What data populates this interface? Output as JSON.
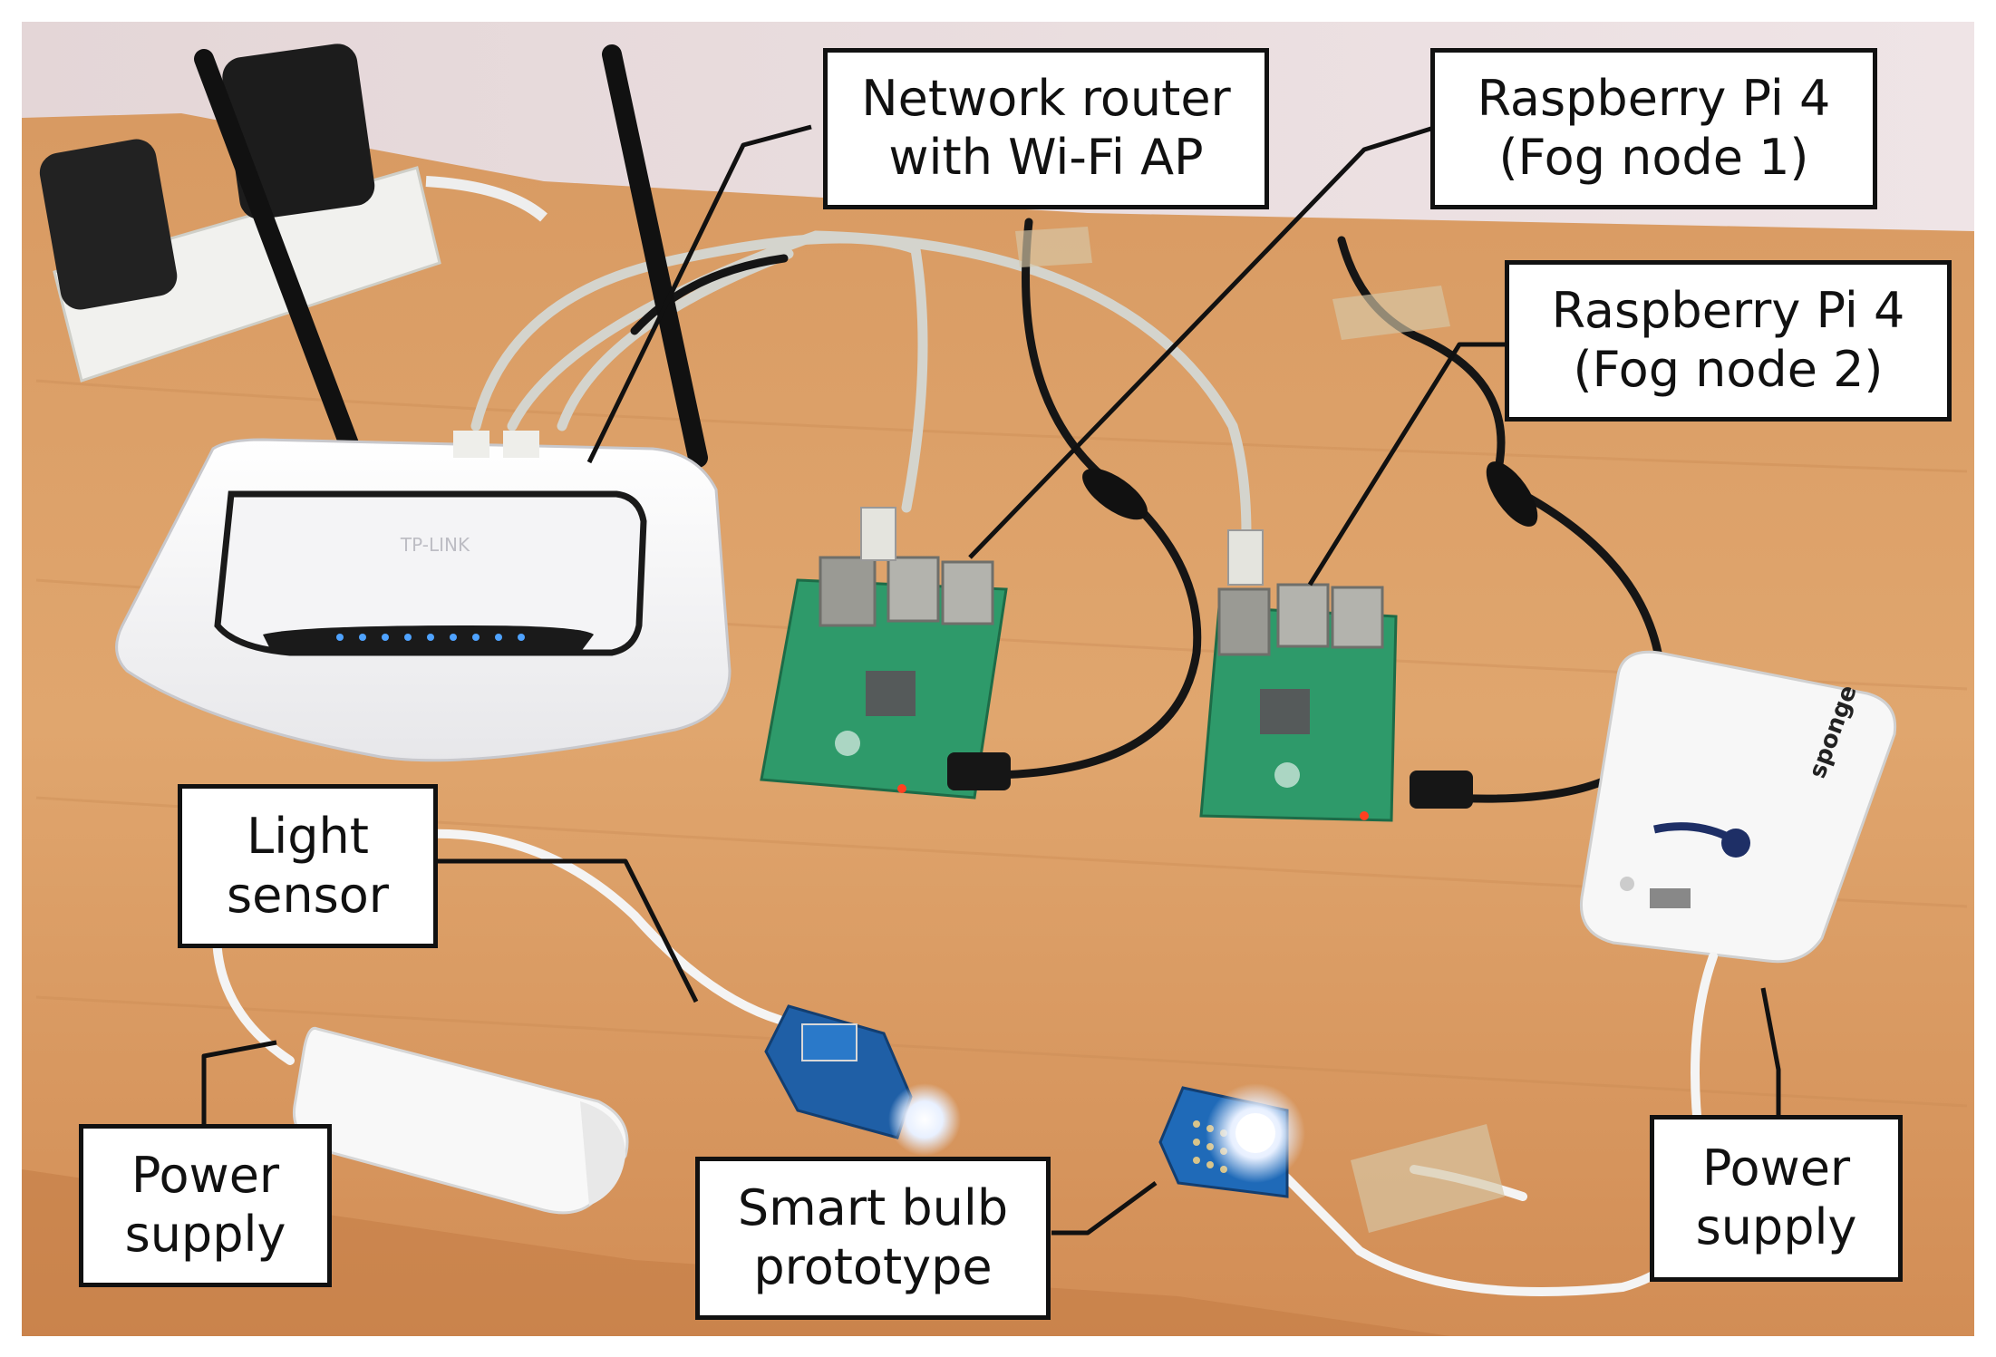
{
  "labels": {
    "router": {
      "line1": "Network router",
      "line2": "with Wi-Fi AP"
    },
    "pi1": {
      "line1": "Raspberry Pi 4",
      "line2": "(Fog node 1)"
    },
    "pi2": {
      "line1": "Raspberry Pi 4",
      "line2": "(Fog node 2)"
    },
    "light_sensor": {
      "line1": "Light",
      "line2": "sensor"
    },
    "power_left": {
      "line1": "Power",
      "line2": "supply"
    },
    "smart_bulb": {
      "line1": "Smart bulb",
      "line2": "prototype"
    },
    "power_right": {
      "line1": "Power",
      "line2": "supply"
    }
  },
  "device_text": {
    "router_brand": "TP-LINK",
    "powerbank_brand": "sponge"
  }
}
